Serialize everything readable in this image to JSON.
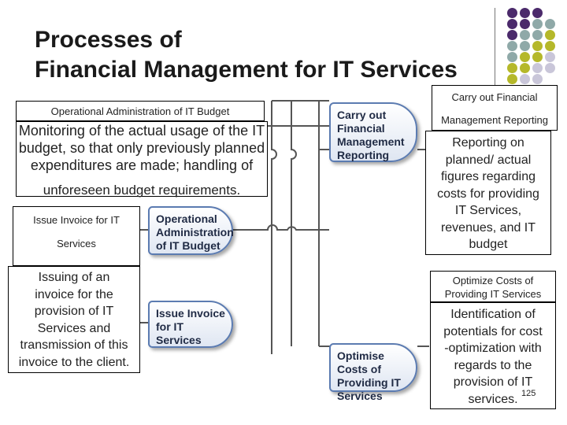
{
  "title": {
    "line1": "Processes of",
    "line2": "Financial Management for IT Services"
  },
  "processes": {
    "carry_out": "Carry out Financial Management Reporting",
    "operational": "Operational Administration of IT Budget",
    "issue": "Issue Invoice for IT Services",
    "optimise": "Optimise Costs of Providing IT Services"
  },
  "callouts": {
    "op_admin": {
      "label": "Operational Administration of IT Budget",
      "description_lines": [
        "Monitoring of the actual usage of the IT",
        "budget, so that only previously planned",
        "expenditures are made; handling of",
        "unforeseen budget requirements."
      ]
    },
    "issue_invoice": {
      "label_lines": [
        "Issue Invoice for IT",
        "Services"
      ],
      "description_lines": [
        "Issuing of an",
        "invoice for the",
        "provision of IT",
        "Services and",
        "transmission of this",
        "invoice to the client."
      ]
    },
    "reporting": {
      "label_lines": [
        "Carry out Financial",
        "Management Reporting"
      ],
      "description_lines": [
        "Reporting on",
        "planned/ actual",
        "figures regarding",
        "costs for providing",
        "IT Services,",
        "revenues, and IT",
        "budget"
      ]
    },
    "optimize": {
      "label_lines": [
        "Optimize Costs of",
        "Providing IT Services"
      ],
      "description_lines": [
        "Identification of",
        "potentials for cost",
        "-optimization with",
        "regards to the",
        "provision of IT",
        "services."
      ]
    }
  },
  "page_number": "125",
  "colors": {
    "purple": "#4b2a6b",
    "teal": "#8fa9a8",
    "olive": "#b5b82a",
    "lavender": "#c9c6d9",
    "node_border": "#5b7bb1"
  }
}
